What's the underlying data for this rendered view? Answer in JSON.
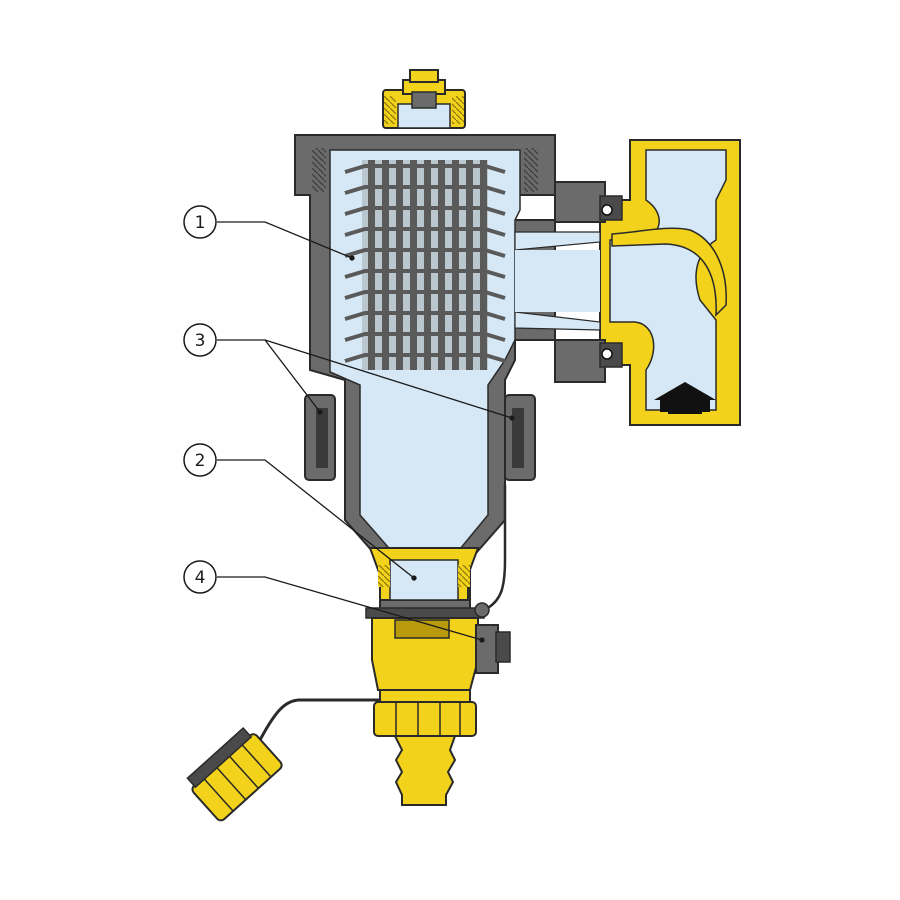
{
  "callouts": [
    {
      "id": "1",
      "label": "1"
    },
    {
      "id": "3",
      "label": "3"
    },
    {
      "id": "2",
      "label": "2"
    },
    {
      "id": "4",
      "label": "4"
    }
  ],
  "colors": {
    "brass": "#f2d21a",
    "brass_dark": "#c9a710",
    "body_grey": "#6b6b6b",
    "body_dark": "#4a4a4a",
    "water": "#d6e8f5",
    "mesh": "#5a5a5a",
    "outline": "#2a2a2a"
  },
  "icons": {
    "flow_arrow": "arrow-up-icon"
  }
}
